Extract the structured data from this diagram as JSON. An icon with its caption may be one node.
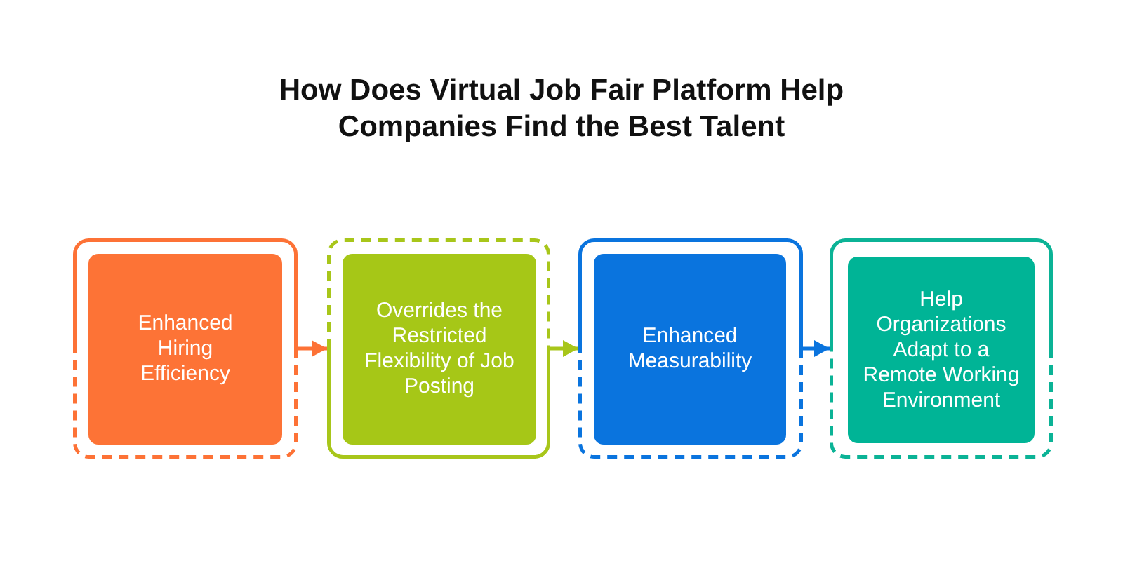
{
  "diagram": {
    "title": "How Does Virtual Job Fair Platform Help Companies Find the Best Talent",
    "nodes": [
      {
        "text": [],
        "shape": "box"
      },
      {
        "text": [
          "Enhanced Hiring Efficiency"
        ],
        "in": 0
      },
      {
        "text": [],
        "shape": "box"
      },
      {
        "text": [
          "Overrides the Restricted Flexibility of Job Posting"
        ],
        "in": 2
      },
      {
        "text": [],
        "shape": "box"
      },
      {
        "text": [
          "Enhanced Measurability"
        ],
        "in": 4
      },
      {
        "text": [],
        "shape": "box"
      },
      {
        "text": [
          "Help Organizations Adapt to a Remote Working Environment"
        ],
        "in": 6
      }
    ],
    "edges": [
      {
        "from": 0,
        "to": 2,
        "arrow": "to",
        "color": "#fd7236"
      },
      {
        "from": 2,
        "to": 4,
        "arrow": "to",
        "color": "#a8c61a"
      },
      {
        "from": 4,
        "to": 6,
        "arrow": "to",
        "color": "#0a74de"
      }
    ]
  }
}
